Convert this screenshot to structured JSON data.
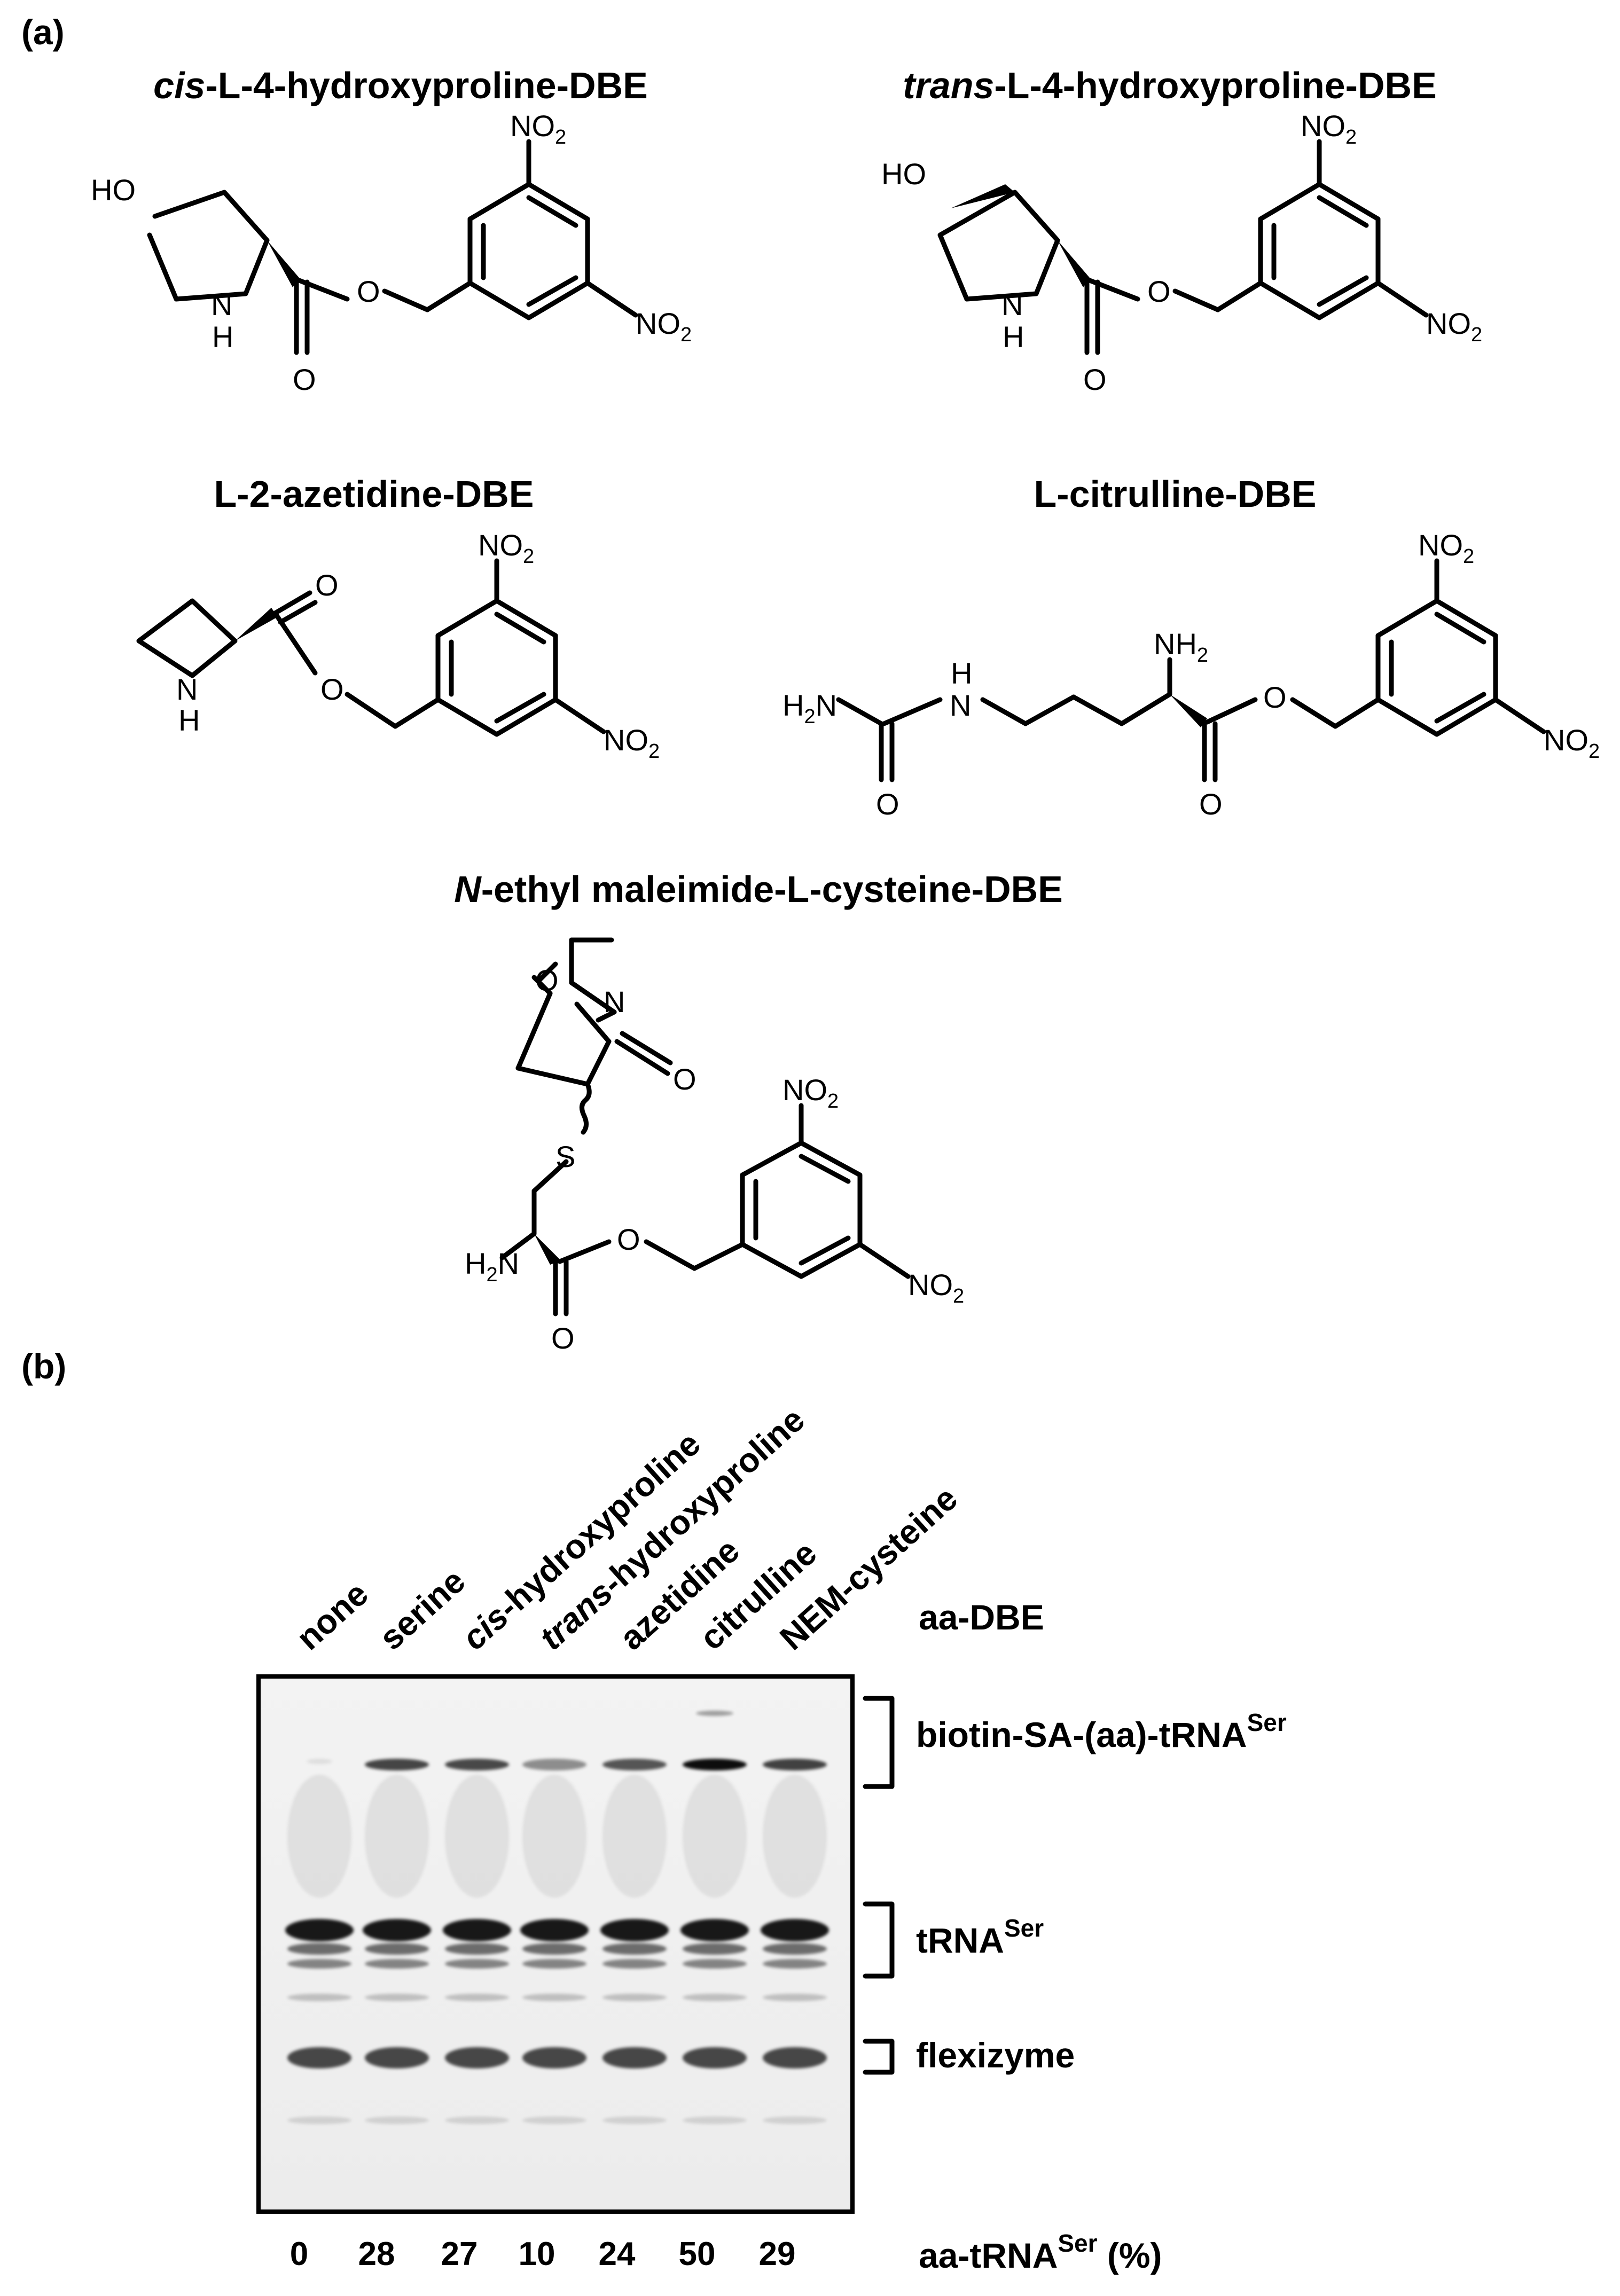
{
  "panel_a": {
    "label": "(a)",
    "compounds": [
      {
        "prefix": "cis",
        "name": "-L-4-hydroxyproline-DBE"
      },
      {
        "prefix": "trans",
        "name": "-L-4-hydroxyproline-DBE"
      },
      {
        "prefix": "",
        "name": "L-2-azetidine-DBE"
      },
      {
        "prefix": "",
        "name": "L-citrulline-DBE"
      },
      {
        "prefix": "N",
        "name": "-ethyl maleimide-L-cysteine-DBE"
      }
    ],
    "atoms": {
      "ho": "HO",
      "no2_main": "NO",
      "no2_sub": "2",
      "n": "N",
      "h": "H",
      "o": "O",
      "s": "S",
      "nh2_main": "NH",
      "nh2_sub": "2",
      "h2n_pre": "H",
      "h2n_sub": "2",
      "h2n_post": "N"
    }
  },
  "panel_b": {
    "label": "(b)",
    "lanes": [
      {
        "prefix": "",
        "name": "none",
        "pct": "0"
      },
      {
        "prefix": "",
        "name": "serine",
        "pct": "28"
      },
      {
        "prefix": "cis",
        "name": "-hydroxyproline",
        "pct": "27"
      },
      {
        "prefix": "trans",
        "name": "-hydroxyproline",
        "pct": "10"
      },
      {
        "prefix": "",
        "name": "azetidine",
        "pct": "24"
      },
      {
        "prefix": "",
        "name": "citrulline",
        "pct": "50"
      },
      {
        "prefix": "",
        "name": "NEM-cysteine",
        "pct": "29"
      }
    ],
    "lane_header": "aa-DBE",
    "bands": {
      "top": {
        "main": "biotin-SA-(aa)-tRNA",
        "sup": "Ser"
      },
      "mid": {
        "main": "tRNA",
        "sup": "Ser"
      },
      "low": {
        "main": "flexizyme"
      }
    },
    "percent_label": {
      "main": "aa-tRNA",
      "sup": "Ser",
      "post": " (%)"
    },
    "top_band_yield": [
      0,
      28,
      27,
      10,
      24,
      50,
      29
    ]
  }
}
